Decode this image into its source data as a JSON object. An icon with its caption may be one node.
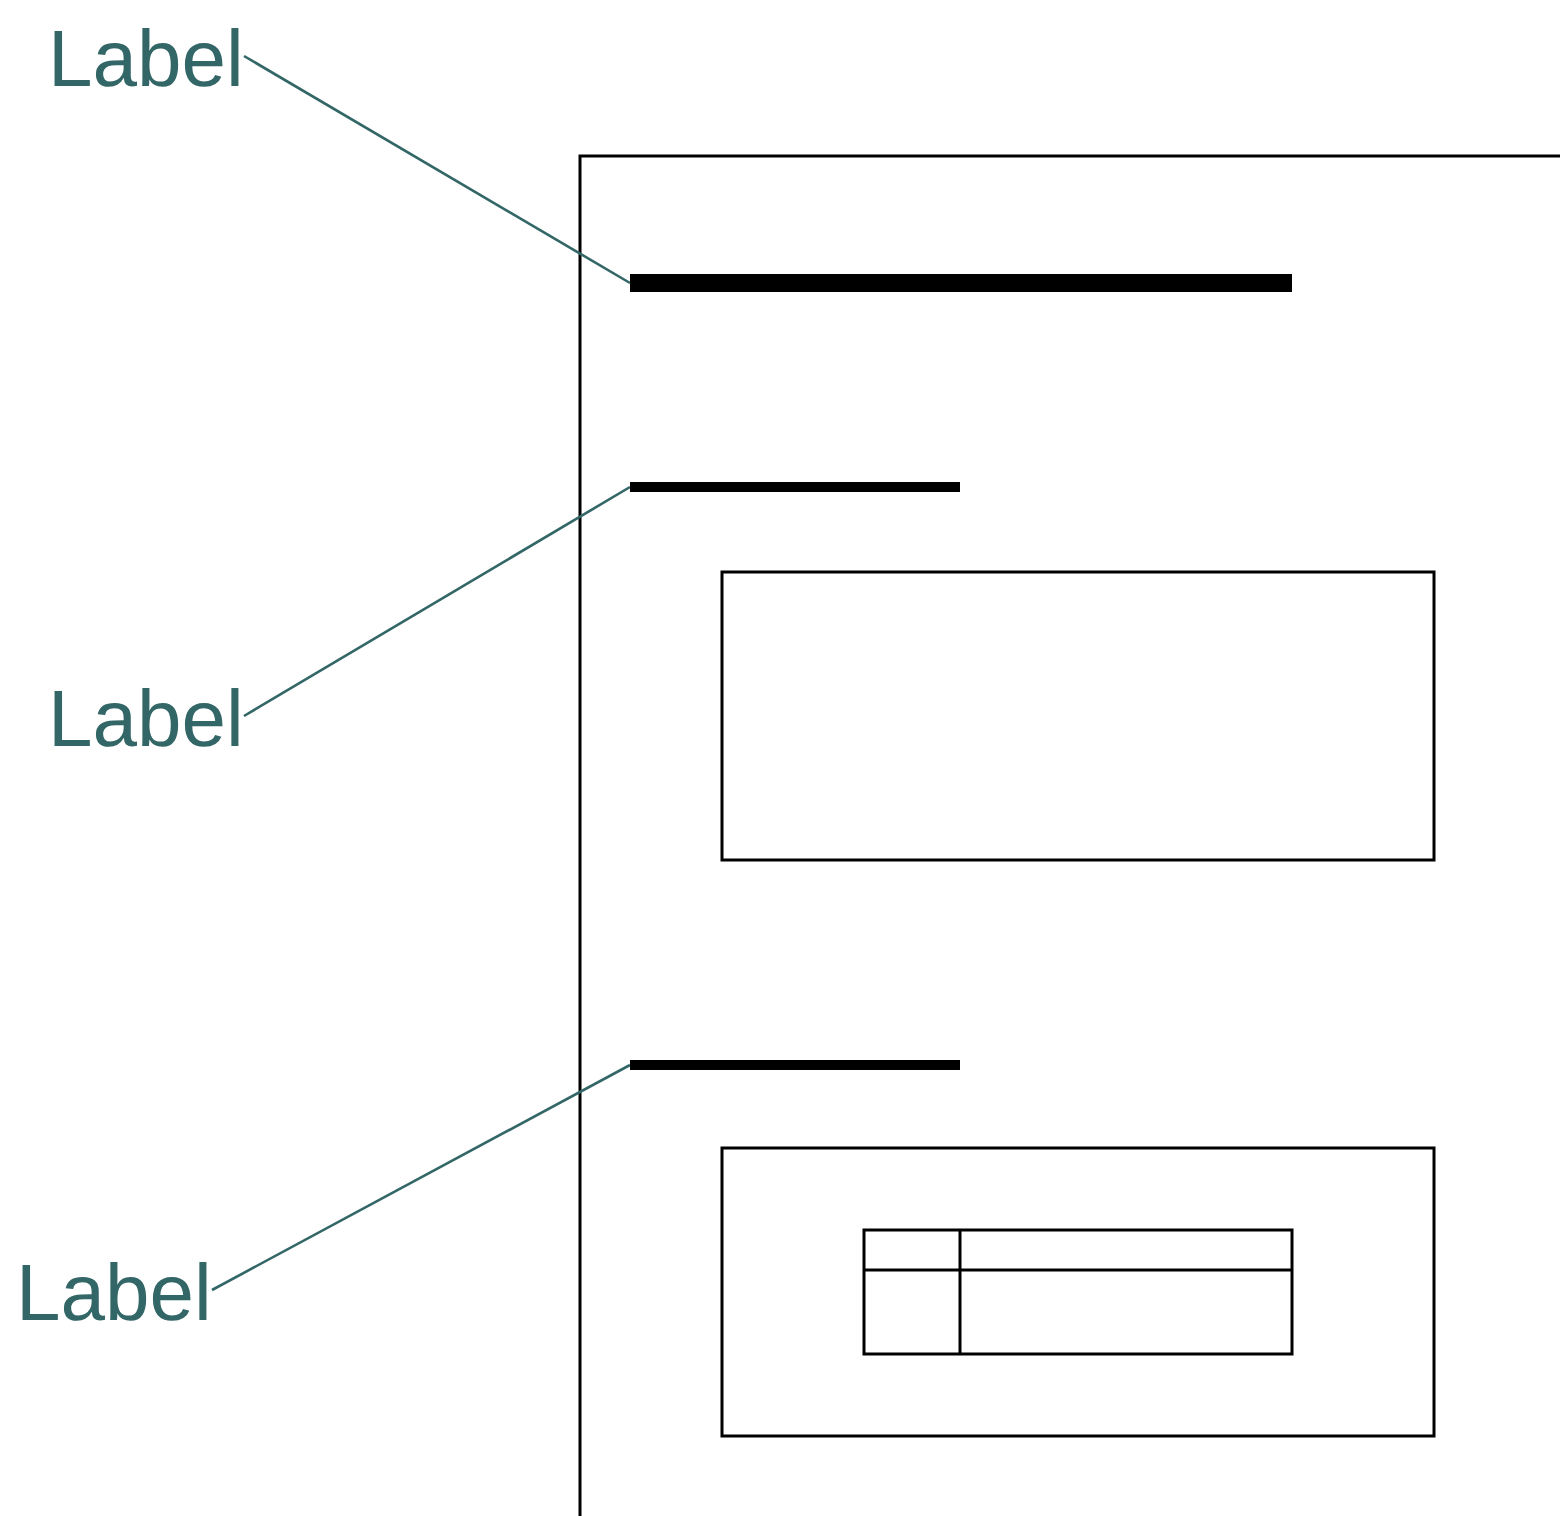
{
  "diagram": {
    "nodes": [
      {
        "text": [
          "Label"
        ]
      },
      {
        "text": [
          "Label"
        ]
      },
      {
        "text": [
          "Label"
        ]
      },
      {
        "text": [],
        "shape": "bar"
      },
      {
        "text": [],
        "shape": "bar"
      },
      {
        "text": [],
        "shape": "bar"
      }
    ],
    "edges": [
      {
        "from": 0,
        "to": 3,
        "arrow": "none"
      },
      {
        "from": 1,
        "to": 4,
        "arrow": "none"
      },
      {
        "from": 2,
        "to": 5,
        "arrow": "none"
      }
    ]
  }
}
